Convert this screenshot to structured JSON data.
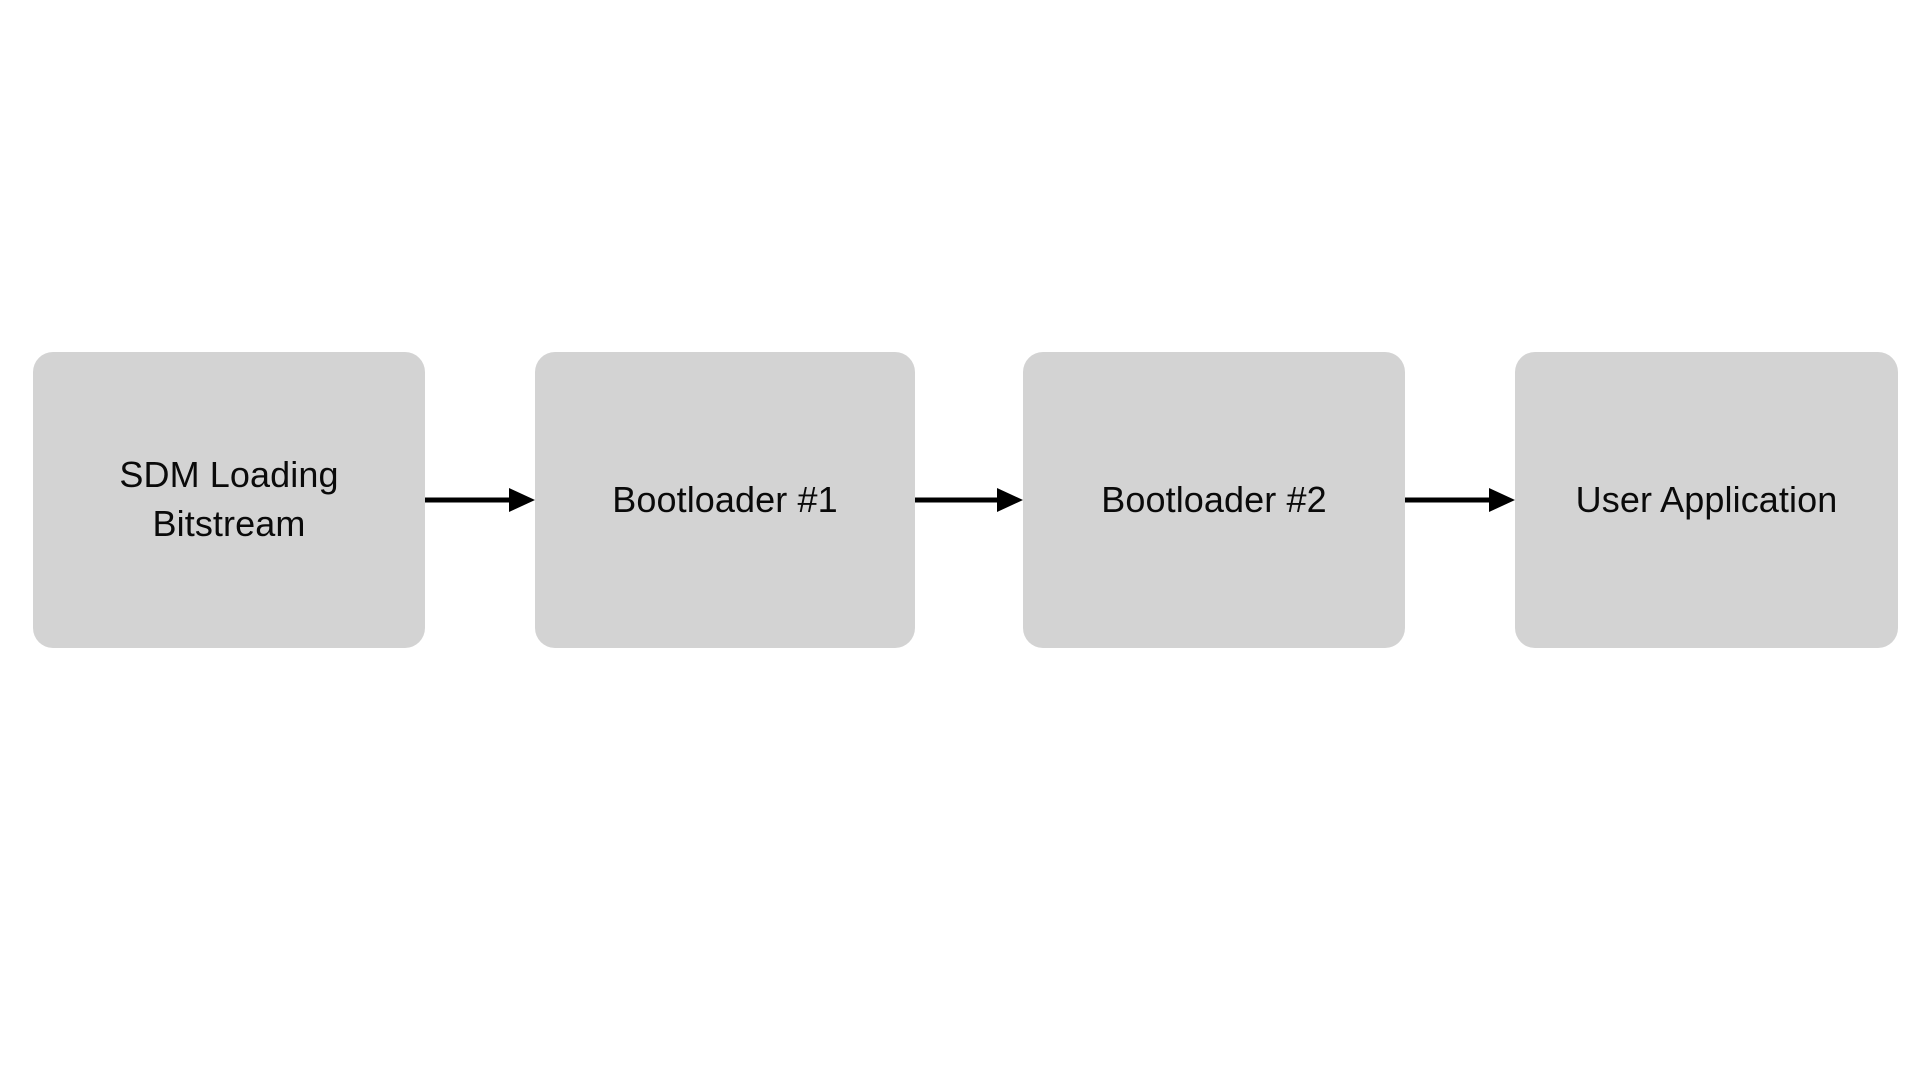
{
  "diagram": {
    "type": "flowchart",
    "orientation": "left-to-right",
    "background_color": "#FFFFFF",
    "node_fill_color": "#D3D3D3",
    "node_text_color": "#0A0A0A",
    "arrow_color": "#000000",
    "nodes": [
      {
        "id": "sdm-loading-bitstream",
        "label": "SDM Loading\nBitstream",
        "shape": "rounded-rectangle"
      },
      {
        "id": "bootloader-1",
        "label": "Bootloader #1",
        "shape": "rounded-rectangle"
      },
      {
        "id": "bootloader-2",
        "label": "Bootloader #2",
        "shape": "rounded-rectangle"
      },
      {
        "id": "user-application",
        "label": "User Application",
        "shape": "rounded-rectangle"
      }
    ],
    "edges": [
      {
        "id": "edge-1",
        "from": "sdm-loading-bitstream",
        "to": "bootloader-1",
        "style": "solid-arrow"
      },
      {
        "id": "edge-2",
        "from": "bootloader-1",
        "to": "bootloader-2",
        "style": "solid-arrow"
      },
      {
        "id": "edge-3",
        "from": "bootloader-2",
        "to": "user-application",
        "style": "solid-arrow"
      }
    ]
  }
}
